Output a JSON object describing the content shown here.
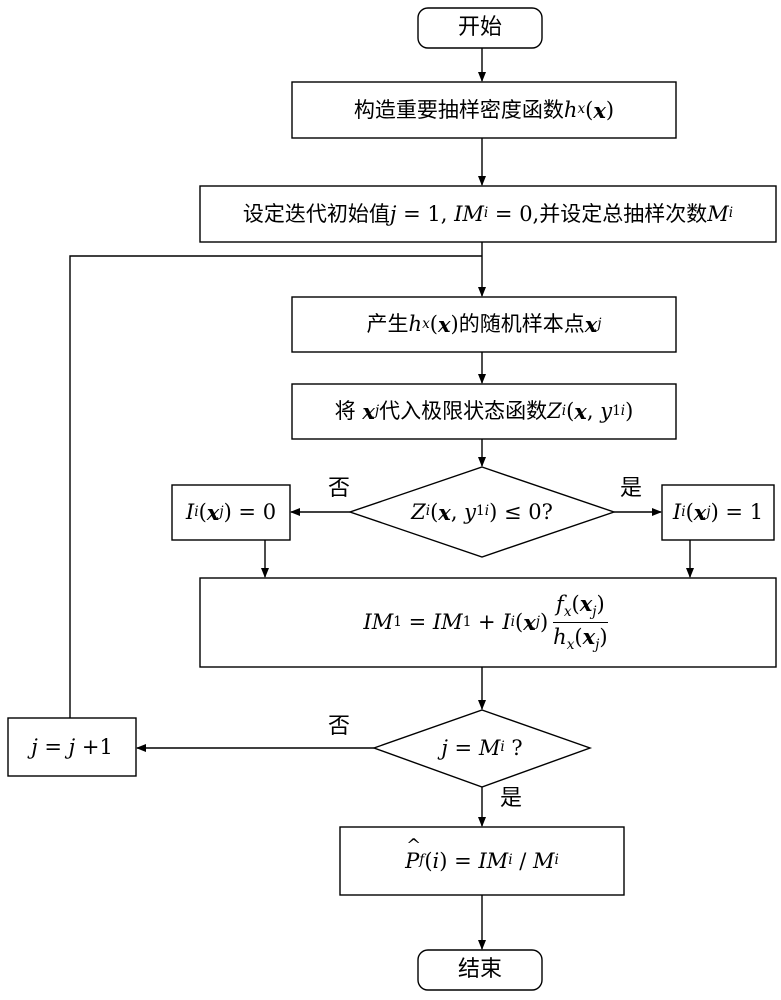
{
  "nodes": {
    "start": "开始",
    "construct": "构造重要抽样密度函数",
    "set_initial_a": "设定迭代初始值",
    "set_initial_b": "并设定总抽样次数",
    "generate_a": "产生",
    "generate_b": "的随机样本点",
    "substitute_a": "将",
    "substitute_b": "代入极限状态函数",
    "decision_limit_q": "?",
    "indicator_zero": "I_i(x_j) = 0",
    "indicator_one": "I_i(x_j) = 1",
    "accumulate": "IM_1 = IM_1 + I_i(x_j) f_x(x_j) / h_x(x_j)",
    "decision_count_q": "?",
    "increment": "j = j + 1",
    "estimate": "P̂_f(i) = IM_i / M_i",
    "end": "结束"
  },
  "edge_labels": {
    "no_left": "否",
    "yes_right": "是",
    "no_increment": "否",
    "yes_down": "是"
  }
}
